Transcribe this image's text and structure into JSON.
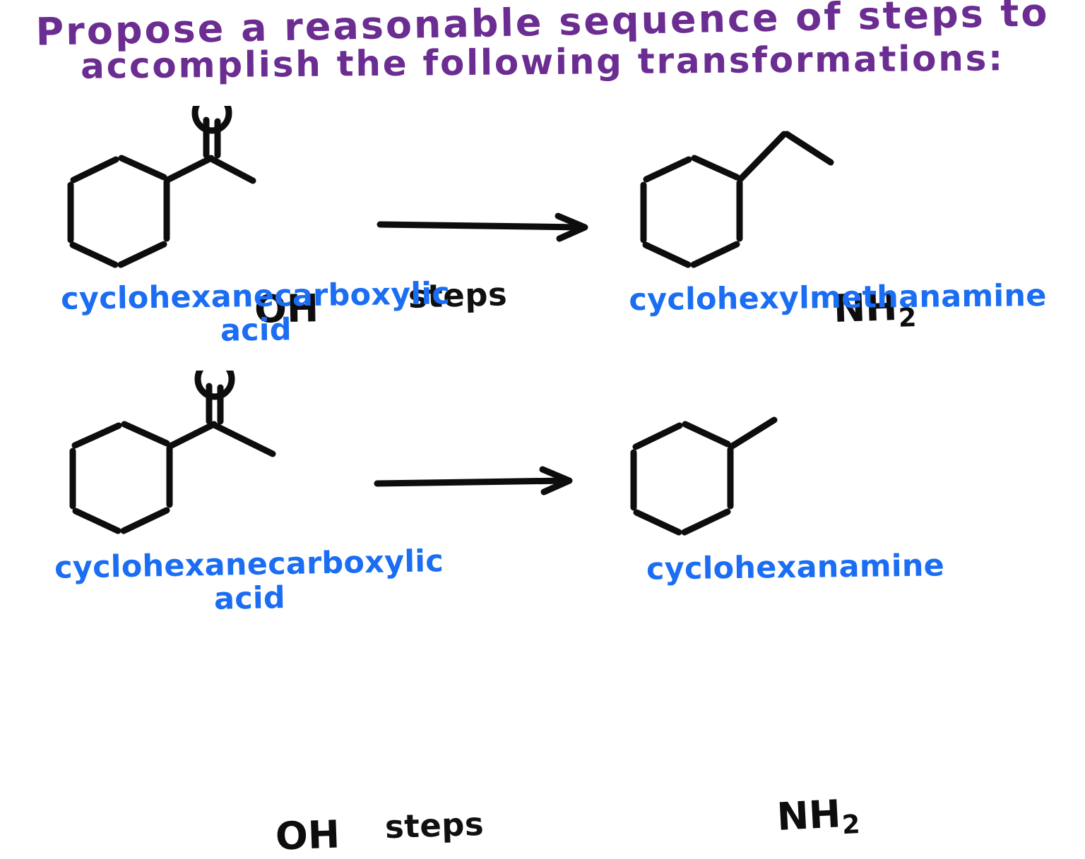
{
  "page": {
    "background_color": "#ffffff",
    "title_color": "#6b2d91",
    "label_color": "#1b6ef3",
    "structure_color": "#0d0d0d"
  },
  "title": {
    "line1": "Propose a reasonable sequence of steps to",
    "line2": "accomplish the following transformations:"
  },
  "reactions": [
    {
      "id": "reaction-1",
      "reactant": {
        "name": "cyclohexanecarboxylic acid",
        "name_line1": "cyclohexanecarboxylic",
        "name_line2": "acid",
        "atom_labels": [
          "OH"
        ],
        "structure": "cyclohexane ring with carboxylic acid (C=O, OH)"
      },
      "arrow": {
        "label": "steps",
        "direction": "right"
      },
      "product": {
        "name": "cyclohexylmethanamine",
        "name_line1": "cyclohexylmethanamine",
        "name_line2": "",
        "atom_labels": [
          "NH2"
        ],
        "atom_label_text": "NH",
        "atom_label_sub": "2",
        "structure": "cyclohexane ring with CH2-NH2 substituent"
      }
    },
    {
      "id": "reaction-2",
      "reactant": {
        "name": "cyclohexanecarboxylic acid",
        "name_line1": "cyclohexanecarboxylic",
        "name_line2": "acid",
        "atom_labels": [
          "OH"
        ],
        "structure": "cyclohexane ring with carboxylic acid (C=O, OH)"
      },
      "arrow": {
        "label": "steps",
        "direction": "right"
      },
      "product": {
        "name": "cyclohexanamine",
        "name_line1": "cyclohexanamine",
        "name_line2": "",
        "atom_labels": [
          "NH2"
        ],
        "atom_label_text": "NH",
        "atom_label_sub": "2",
        "structure": "cyclohexane ring with NH2 substituent"
      }
    }
  ]
}
